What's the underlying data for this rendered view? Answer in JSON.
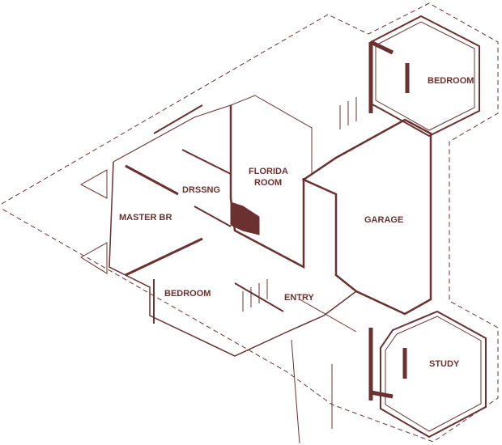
{
  "colors": {
    "wall": "#6b3030",
    "background": "#ffffff"
  },
  "rooms": {
    "bedroom_upper": "BEDROOM",
    "florida_1": "FLORIDA",
    "florida_2": "ROOM",
    "drssng": "DRSSNG",
    "master": "MASTER BR",
    "garage": "GARAGE",
    "bedroom_lower": "BEDROOM",
    "entry": "ENTRY",
    "study": "STUDY"
  }
}
